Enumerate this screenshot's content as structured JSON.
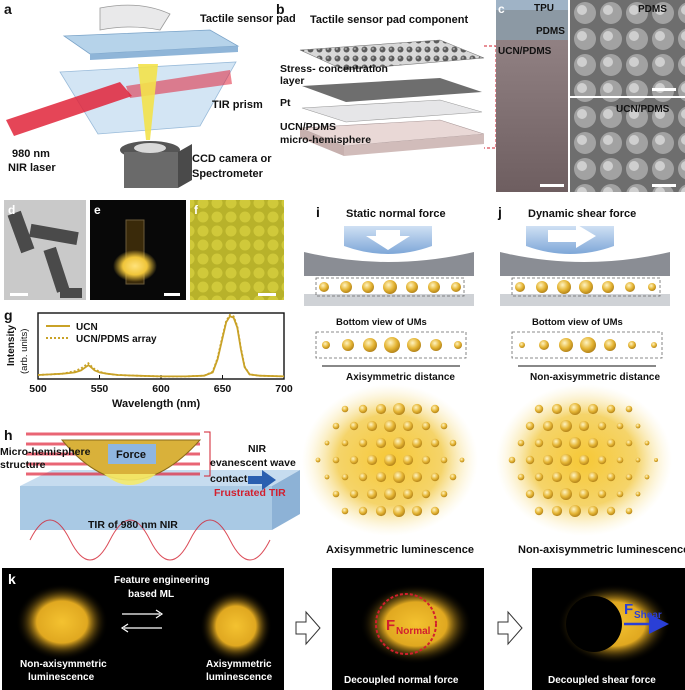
{
  "panels": {
    "a": {
      "letter": "a",
      "title": "Tactile sensor pad",
      "labels": [
        "TIR prism",
        "980 nm",
        "NIR laser",
        "CCD camera or",
        "Spectrometer"
      ]
    },
    "b": {
      "letter": "b",
      "title": "Tactile sensor pad component",
      "layers": [
        "Stress- concentration",
        "layer",
        "Pt",
        "UCN/PDMS",
        "micro-hemisphere"
      ]
    },
    "c": {
      "letter": "c",
      "labels": [
        "TPU",
        "PDMS",
        "UCN/PDMS",
        "PDMS",
        "UCN/PDMS"
      ]
    },
    "d": {
      "letter": "d"
    },
    "e": {
      "letter": "e"
    },
    "f": {
      "letter": "f"
    },
    "g": {
      "letter": "g",
      "xlabel": "Wavelength (nm)",
      "ylabel": [
        "Intensity",
        "(arb. units)"
      ],
      "legend": [
        "UCN",
        "UCN/PDMS array"
      ]
    },
    "h": {
      "letter": "h",
      "labels": [
        "Micro-hemisphere",
        "structure",
        "Force",
        "NIR",
        "evanescent wave",
        "contact",
        "Frustrated TIR",
        "TIR of 980 nm NIR"
      ]
    },
    "i": {
      "letter": "i",
      "title": "Static normal force",
      "bottom": "Bottom view of UMs",
      "distance": "Axisymmetric distance",
      "caption": "Axisymmetric luminescence"
    },
    "j": {
      "letter": "j",
      "title": "Dynamic shear force",
      "bottom": "Bottom view of UMs",
      "distance": "Non-axisymmetric distance",
      "caption": "Non-axisymmetric luminescence"
    },
    "k": {
      "letter": "k",
      "method": [
        "Feature engineering",
        "based ML"
      ],
      "left_caption": [
        "Non-axisymmetric",
        "luminescence"
      ],
      "right_caption": [
        "Axisymmetric",
        "luminescence"
      ],
      "normal_caption": "Decoupled normal force",
      "shear_caption": "Decoupled shear force",
      "f_normal": [
        "F",
        "Normal"
      ],
      "f_shear": [
        "F",
        "Shear"
      ]
    }
  },
  "chart_data": {
    "type": "line",
    "x_ticks": [
      500,
      550,
      600,
      650,
      700
    ],
    "xlim": [
      500,
      700
    ],
    "ylim": [
      0,
      1.0
    ],
    "xlabel": "Wavelength (nm)",
    "ylabel": "Intensity (arb. units)",
    "grid": false,
    "legend_position": "top-left",
    "series": [
      {
        "name": "UCN",
        "style": "solid",
        "color": "#c9a227",
        "x": [
          500,
          510,
          520,
          525,
          530,
          535,
          538,
          541,
          543,
          546,
          550,
          556,
          565,
          580,
          600,
          620,
          635,
          642,
          646,
          650,
          653,
          656,
          659,
          662,
          665,
          668,
          672,
          680,
          700
        ],
        "y": [
          0.06,
          0.07,
          0.08,
          0.09,
          0.1,
          0.13,
          0.17,
          0.21,
          0.18,
          0.13,
          0.1,
          0.08,
          0.06,
          0.05,
          0.04,
          0.04,
          0.05,
          0.1,
          0.3,
          0.62,
          0.86,
          0.95,
          0.93,
          0.78,
          0.45,
          0.18,
          0.07,
          0.05,
          0.04
        ]
      },
      {
        "name": "UCN/PDMS array",
        "style": "dotted",
        "color": "#c9a227",
        "x": [
          500,
          510,
          520,
          525,
          530,
          535,
          538,
          541,
          543,
          546,
          550,
          556,
          565,
          580,
          600,
          620,
          635,
          642,
          646,
          650,
          653,
          656,
          659,
          662,
          665,
          668,
          672,
          680,
          700
        ],
        "y": [
          0.06,
          0.07,
          0.08,
          0.1,
          0.12,
          0.16,
          0.2,
          0.24,
          0.2,
          0.15,
          0.11,
          0.08,
          0.06,
          0.05,
          0.04,
          0.04,
          0.05,
          0.11,
          0.32,
          0.65,
          0.88,
          0.97,
          0.95,
          0.8,
          0.47,
          0.19,
          0.07,
          0.05,
          0.04
        ]
      }
    ]
  },
  "colors": {
    "gold": "#c9a227",
    "laser_red": "#e0243a",
    "prism_blue": "#a9c9e4",
    "frustrated_red": "#d21f2e",
    "shear_blue": "#2a3fd6"
  }
}
